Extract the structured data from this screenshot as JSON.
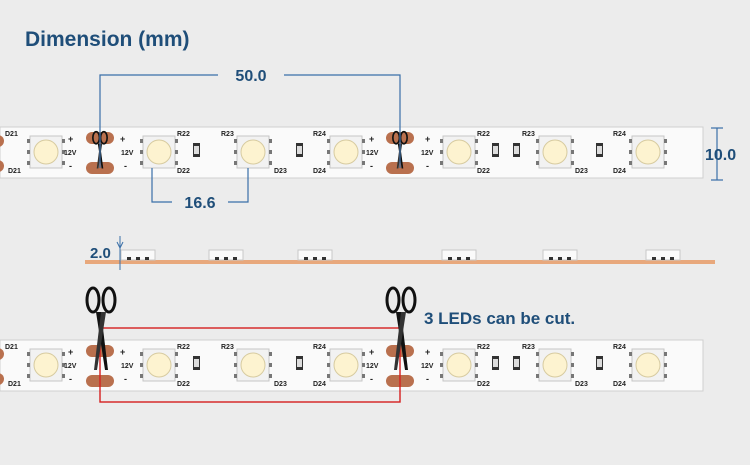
{
  "title": "Dimension (mm)",
  "dims": {
    "cut_spacing": "50.0",
    "led_spacing": "16.6",
    "width": "10.0",
    "thickness": "2.0"
  },
  "note": "3 LEDs can be cut.",
  "strip": {
    "labels": {
      "d21": "D21",
      "d22": "D22",
      "d23": "D23",
      "d24": "D24",
      "r22": "R22",
      "r23": "R23",
      "r24": "R24",
      "voltage": "12V",
      "plus": "+",
      "minus": "-"
    }
  },
  "colors": {
    "strip": "#fafafa",
    "pad": "#b9704e",
    "led_inner": "#fdf3d0",
    "dim_line": "#3a6fa8",
    "dim_text": "#1f4e79",
    "cut_box": "#d62020",
    "profile": "#e8a87c"
  },
  "icons": {
    "cut": "scissors-icon",
    "led": "smd5050-led-icon",
    "resistor": "resistor-icon"
  }
}
